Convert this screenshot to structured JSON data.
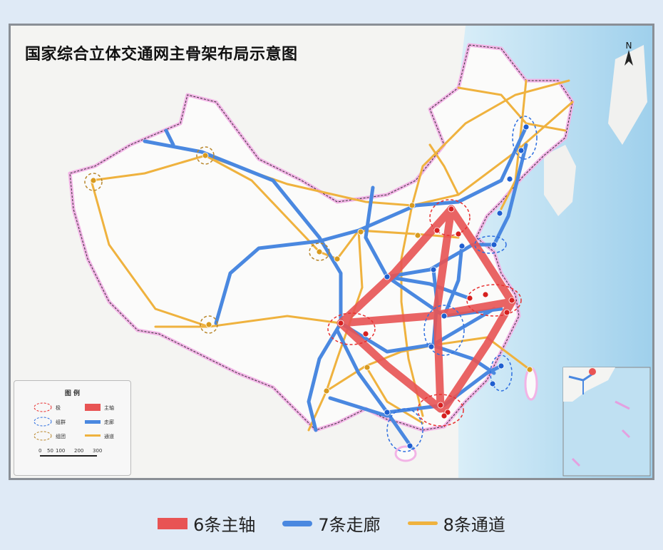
{
  "map": {
    "title": "国家综合立体交通网主骨架布局示意图",
    "north_label": "N",
    "legend": {
      "title": "图 例",
      "items": [
        {
          "symbol": "red-dashed-circle",
          "label": "极"
        },
        {
          "symbol": "red-bar",
          "label": "主轴"
        },
        {
          "symbol": "blue-dashed-circle",
          "label": "组群"
        },
        {
          "symbol": "blue-bar",
          "label": "走廊"
        },
        {
          "symbol": "yellow-dashed-circle",
          "label": "组团"
        },
        {
          "symbol": "yellow-bar",
          "label": "通道"
        }
      ],
      "scale_ticks": [
        "0",
        "50",
        "100",
        "200",
        "300"
      ]
    },
    "colors": {
      "main_axis": "#e85454",
      "corridor": "#4a88e0",
      "channel": "#efb23e",
      "ocean": "#bfe0f2",
      "land": "#f4f4f2",
      "border_glow": "#f2b3e6"
    }
  },
  "bottom_legend": [
    {
      "label": "6条主轴",
      "color": "#e85454"
    },
    {
      "label": "7条走廊",
      "color": "#4a88e0"
    },
    {
      "label": "8条通道",
      "color": "#efb23e"
    }
  ]
}
